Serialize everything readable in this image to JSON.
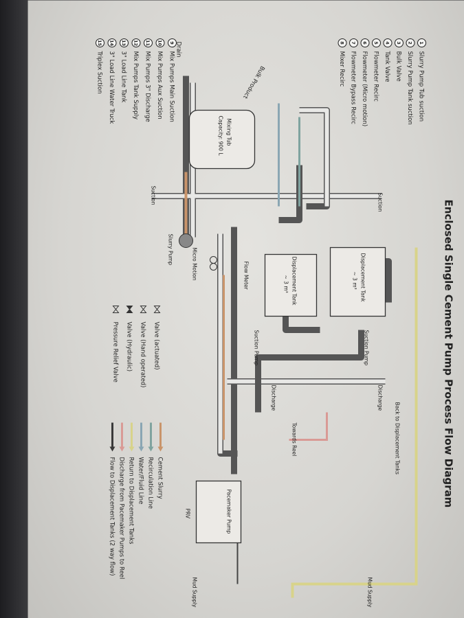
{
  "title": "Enclosed Single Cement Pump Process Flow Diagram",
  "legend_items": [
    {
      "num": "1",
      "label": "Slurry Pump Tub suction"
    },
    {
      "num": "2",
      "label": "Slurry Pump Tank suction"
    },
    {
      "num": "3",
      "label": "Bulk Valve"
    },
    {
      "num": "4",
      "label": "Tank Valve"
    },
    {
      "num": "5",
      "label": "Flowmeter Recirc"
    },
    {
      "num": "6",
      "label": "Flowmeter (Micro motion)"
    },
    {
      "num": "7",
      "label": "Flowmeter Bypass Recirc"
    },
    {
      "num": "8",
      "label": "Mixer Recirc"
    },
    {
      "num": "9",
      "label": "Mix Pumps Main Suction"
    },
    {
      "num": "10",
      "label": "Mix Pumps Aux Suction"
    },
    {
      "num": "11",
      "label": "Mix Pumps 3\" Discharge"
    },
    {
      "num": "12",
      "label": "Mix Pumps Tank Supply"
    },
    {
      "num": "13",
      "label": "3\" Load Line Tank"
    },
    {
      "num": "14",
      "label": "3\" Load Line Water Truck"
    },
    {
      "num": "15",
      "label": "Triplex Suction"
    }
  ],
  "labels": {
    "bulk_product": "Bulk Product",
    "drain": "Drain",
    "mixing_tub": "Mixing Tub",
    "mixing_tub_capacity": "Capacity: 900 L",
    "suction": "Suction",
    "discharge": "Discharge",
    "slurry_pump": "Slurry Pump",
    "micro_motion": "Micro Motion",
    "flow_meter": "Flow Meter",
    "displacement_tank": "Displacement Tank",
    "tank_volume": "~ 3 m³",
    "suction_pump": "Suction Pump",
    "towards_reel": "Towards Reel",
    "pacemaker_pump": "Pacemaker Pump",
    "mud_supply": "Mud Supply",
    "back_to_tanks": "Back to Displacement Tanks",
    "prv": "PRV"
  },
  "symbol_legend": [
    {
      "icon": "valve-actuated-icon",
      "label": "Valve (actuated)"
    },
    {
      "icon": "valve-hand-icon",
      "label": "Valve (Hand operated)"
    },
    {
      "icon": "valve-hydraulic-icon",
      "label": "Valve (Hydraulic)"
    },
    {
      "icon": "pressure-relief-valve-icon",
      "label": "Pressure Relief Valve"
    }
  ],
  "line_legend": [
    {
      "color": "#c9946a",
      "label": "Cement Slurry"
    },
    {
      "color": "#7fa39f",
      "label": "Recirculation Line"
    },
    {
      "color": "#8aa6b3",
      "label": "Water/Fluid Line"
    },
    {
      "color": "#d8d38a",
      "label": "Return to Displacement Tanks"
    },
    {
      "color": "#d99a95",
      "label": "Discharge from Pacemaker Pumps to Reel"
    },
    {
      "color": "#3a3a3a",
      "label": "Flow to Displacement Tanks (2 way flow)"
    }
  ]
}
